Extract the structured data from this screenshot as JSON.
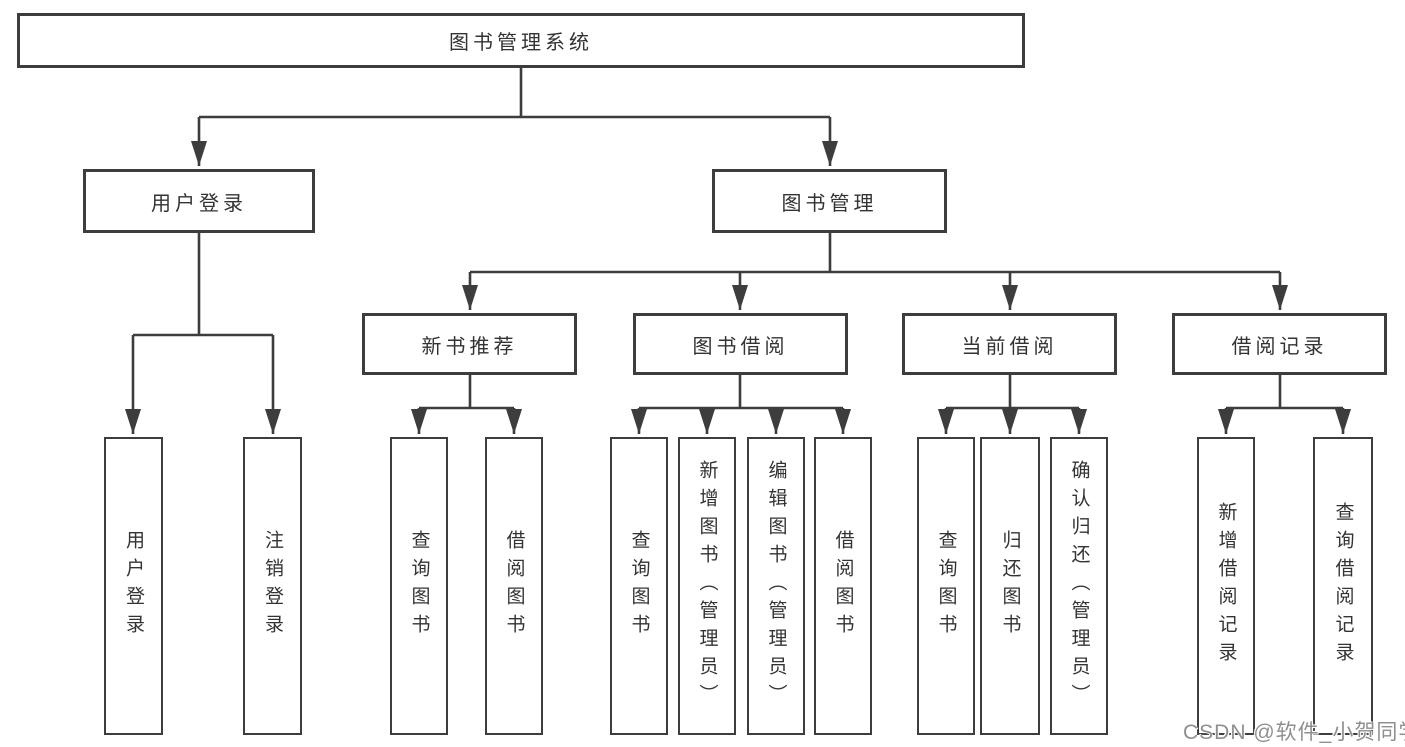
{
  "tree": {
    "label": "图书管理系统",
    "children": [
      {
        "label": "用户登录",
        "children": [
          {
            "label": "用户登录"
          },
          {
            "label": "注销登录"
          }
        ]
      },
      {
        "label": "图书管理",
        "children": [
          {
            "label": "新书推荐",
            "children": [
              {
                "label": "查询图书"
              },
              {
                "label": "借阅图书"
              }
            ]
          },
          {
            "label": "图书借阅",
            "children": [
              {
                "label": "查询图书"
              },
              {
                "label": "新增图书（管理员）"
              },
              {
                "label": "编辑图书（管理员）"
              },
              {
                "label": "借阅图书"
              }
            ]
          },
          {
            "label": "当前借阅",
            "children": [
              {
                "label": "查询图书"
              },
              {
                "label": "归还图书"
              },
              {
                "label": "确认归还（管理员）"
              }
            ]
          },
          {
            "label": "借阅记录",
            "children": [
              {
                "label": "新增借阅记录"
              },
              {
                "label": "查询借阅记录"
              }
            ]
          }
        ]
      }
    ]
  },
  "watermark": {
    "text": "CSDN @软件_小贺同学"
  },
  "colors": {
    "line": "#3d3d3d",
    "text": "#333333",
    "box_background": "#ffffff",
    "watermark": "#8f8f8f",
    "background": "#ffffff"
  }
}
